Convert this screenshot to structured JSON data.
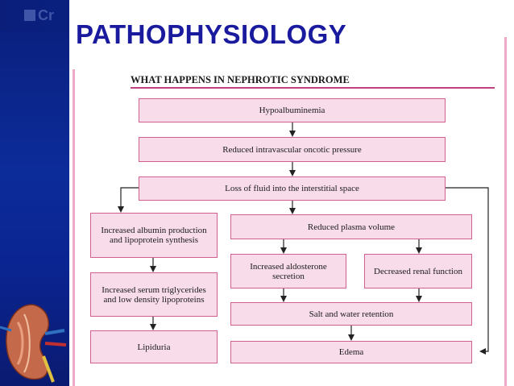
{
  "slide": {
    "title": "PATHOPHYSIOLOGY",
    "logo_text": "Cr"
  },
  "diagram": {
    "heading": "WHAT HAPPENS IN NEPHROTIC SYNDROME",
    "boxes": {
      "hypoalbuminemia": "Hypoalbuminemia",
      "reduced_oncotic": "Reduced intravascular oncotic pressure",
      "loss_fluid": "Loss of fluid into the interstitial space",
      "increased_albumin": "Increased albumin production and lipoprotein synthesis",
      "reduced_plasma": "Reduced plasma volume",
      "increased_aldosterone": "Increased aldosterone secretion",
      "decreased_renal": "Decreased renal function",
      "increased_serum": "Increased serum triglycerides and low density lipoproteins",
      "salt_water": "Salt and water retention",
      "lipiduria": "Lipiduria",
      "edema": "Edema"
    }
  },
  "colors": {
    "title": "#1a1a9e",
    "box_fill": "#f8dcea",
    "box_border": "#d0608f",
    "sidebar": "#0c2c9a"
  }
}
